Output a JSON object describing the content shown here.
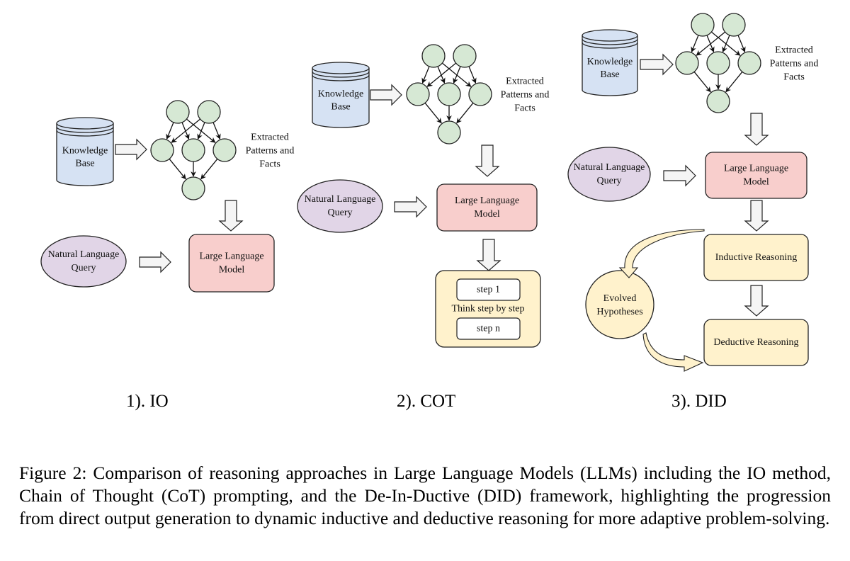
{
  "figure": {
    "panels": [
      {
        "id": "io",
        "label": "1). IO",
        "knowledge_base": [
          "Knowledge",
          "Base"
        ],
        "extracted": [
          "Extracted",
          "Patterns and",
          "Facts"
        ],
        "query": [
          "Natural Language",
          "Query"
        ],
        "llm": [
          "Large Language",
          "Model"
        ]
      },
      {
        "id": "cot",
        "label": "2). COT",
        "knowledge_base": [
          "Knowledge",
          "Base"
        ],
        "extracted": [
          "Extracted",
          "Patterns and",
          "Facts"
        ],
        "query": [
          "Natural Language",
          "Query"
        ],
        "llm": [
          "Large Language",
          "Model"
        ],
        "steps": {
          "first": "step 1",
          "middle": "Think step by step",
          "last": "step n"
        }
      },
      {
        "id": "did",
        "label": "3). DID",
        "knowledge_base": [
          "Knowledge",
          "Base"
        ],
        "extracted": [
          "Extracted",
          "Patterns and",
          "Facts"
        ],
        "query": [
          "Natural Language",
          "Query"
        ],
        "llm": [
          "Large Language",
          "Model"
        ],
        "inductive": "Inductive Reasoning",
        "deductive": "Deductive Reasoning",
        "hypotheses": [
          "Evolved",
          "Hypotheses"
        ]
      }
    ],
    "colors": {
      "knowledge_base": "#d6e2f3",
      "graph_node": "#d6e8d4",
      "query": "#e1d5e7",
      "llm": "#f8cecc",
      "reasoning": "#fff2cc",
      "arrow_fill": "#f5f5f5",
      "stroke": "#222222"
    },
    "caption": "Figure 2: Comparison of reasoning approaches in Large Language Models (LLMs) including the IO method, Chain of Thought (CoT) prompting, and the De-In-Ductive (DID) framework, highlighting the progression from direct output generation to dynamic inductive and deductive reasoning for more adaptive problem-solving."
  }
}
